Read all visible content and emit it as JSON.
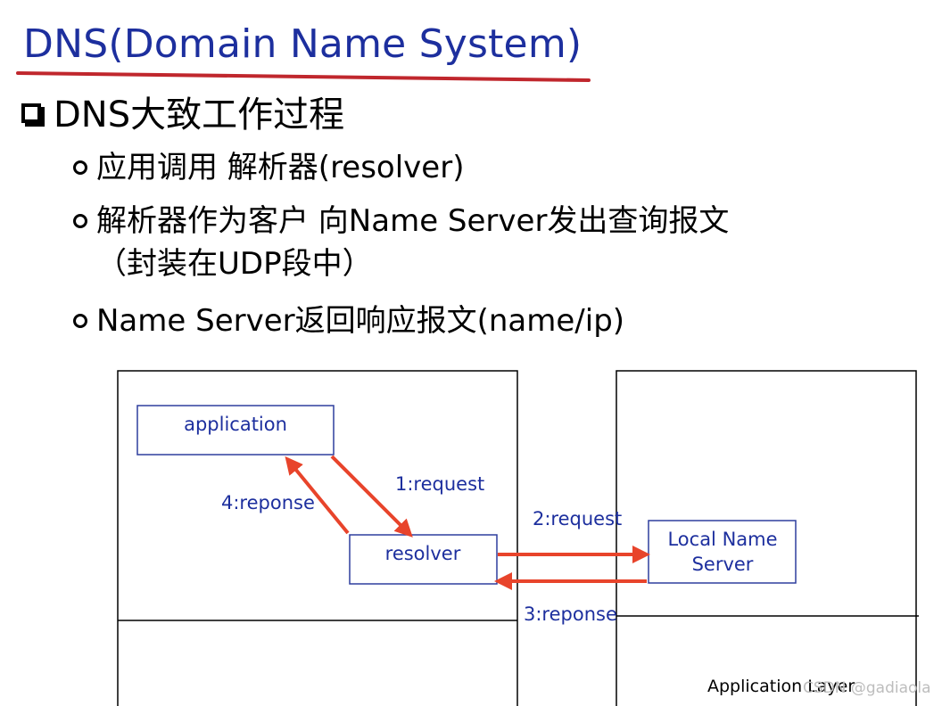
{
  "slide": {
    "title": "DNS(Domain Name System)",
    "bullet_main": "DNS大致工作过程",
    "sub_bullets": [
      {
        "line1": "应用调用 解析器(resolver)",
        "line2": ""
      },
      {
        "line1": "解析器作为客户 向Name Server发出查询报文",
        "line2": "（封装在UDP段中）"
      },
      {
        "line1": "Name Server返回响应报文(name/ip)",
        "line2": ""
      }
    ]
  },
  "diagram": {
    "nodes": {
      "application": "application",
      "resolver": "resolver",
      "local_ns_line1": "Local Name",
      "local_ns_line2": "Server"
    },
    "edges": {
      "e1": "1:request",
      "e2": "2:request",
      "e3": "3:reponse",
      "e4": "4:reponse"
    },
    "layer_label": "Application Layer"
  },
  "watermark": "CSDN @gadiaola",
  "colors": {
    "title": "#1d2f9e",
    "underline": "#c0272d",
    "arrow": "#e8442b",
    "node_text": "#1d2f9e",
    "box_border": "#2e3e9e"
  }
}
